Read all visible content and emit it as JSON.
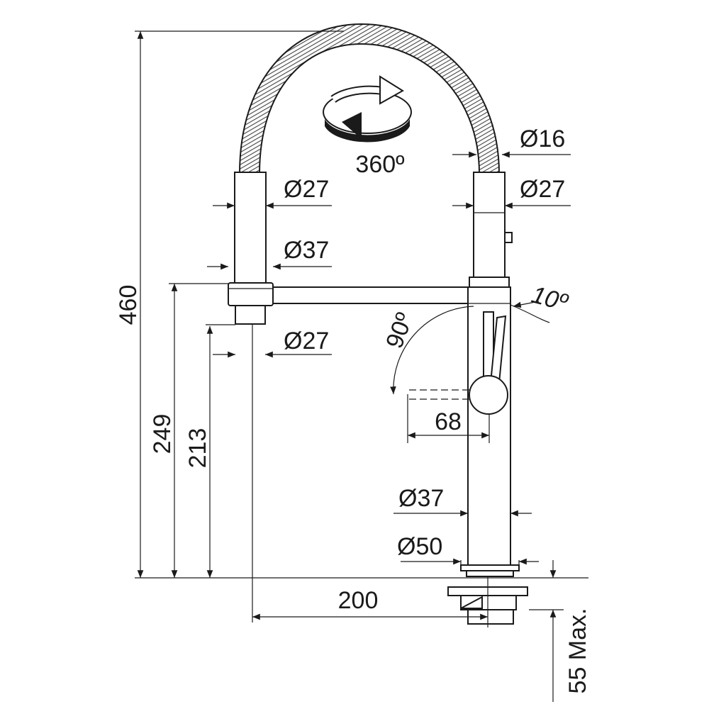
{
  "colors": {
    "line": "#1a1a1a",
    "hose": "#5a5a5a",
    "background": "#ffffff"
  },
  "icons": {
    "rotation": "rotate-360-arrow-icon"
  },
  "dimensions": {
    "total_height": "460",
    "hose_diameter": "Ø16",
    "hose_top_left_diameter": "Ø27",
    "hose_top_right_diameter": "Ø27",
    "swivel_diameter": "Ø37",
    "spout_outlet_diameter": "Ø27",
    "spout_height": "249",
    "outlet_height": "213",
    "reach": "200",
    "handle_length": "68",
    "body_diameter": "Ø37",
    "base_diameter": "Ø50",
    "mounting_thickness": "55 Max.",
    "rotation": "360º",
    "handle_angle": "90º",
    "handle_tilt": "10º"
  }
}
